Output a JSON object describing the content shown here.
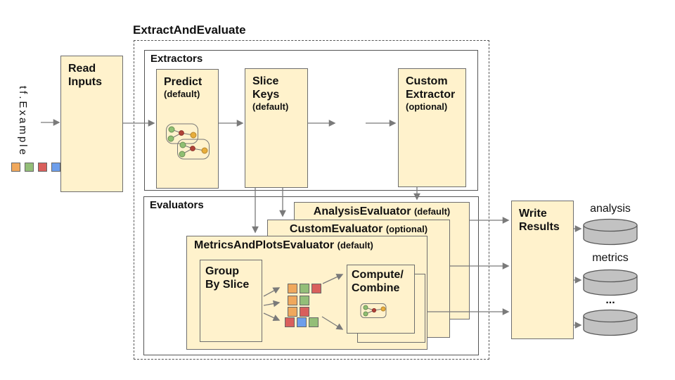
{
  "title": "ExtractAndEvaluate",
  "input": {
    "label": "tf.Example",
    "squares": [
      "orange",
      "green",
      "red",
      "blue"
    ]
  },
  "read_inputs": {
    "title": "Read\nInputs"
  },
  "extractors": {
    "label": "Extractors",
    "predict": {
      "title": "Predict",
      "subtitle": "(default)"
    },
    "slice_keys": {
      "title": "Slice\nKeys",
      "subtitle": "(default)"
    },
    "ellipsis": "...",
    "custom_extractor": {
      "title": "Custom\nExtractor",
      "subtitle": "(optional)"
    }
  },
  "evaluators": {
    "label": "Evaluators",
    "analysis_evaluator": {
      "title": "AnalysisEvaluator",
      "subtitle": "(default)"
    },
    "custom_evaluator": {
      "title": "CustomEvaluator",
      "subtitle": "(optional)"
    },
    "metrics_evaluator": {
      "title": "MetricsAndPlotsEvaluator",
      "subtitle": "(default)",
      "group_by_slice": {
        "title": "Group\nBy Slice"
      },
      "compute_combine": {
        "title": "Compute/\nCombine"
      },
      "slice_grid": [
        [
          "orange",
          "green",
          "red"
        ],
        [
          "orange",
          "green"
        ],
        [
          "orange",
          "red"
        ],
        [
          "red",
          "blue",
          "green"
        ]
      ]
    }
  },
  "write_results": {
    "title": "Write\nResults"
  },
  "outputs": [
    {
      "label": "analysis"
    },
    {
      "label": "metrics"
    },
    {
      "label": "..."
    }
  ],
  "colors": {
    "box_fill": "#FFF2CC",
    "box_border": "#6e6e6e",
    "container_border": "#555555",
    "arrow": "#7a7a7a",
    "cylinder_fill": "#C2C2C2",
    "square_orange": "#F0A85C",
    "square_green": "#93BE78",
    "square_red": "#D95F5C",
    "square_blue": "#6D9EEB"
  }
}
